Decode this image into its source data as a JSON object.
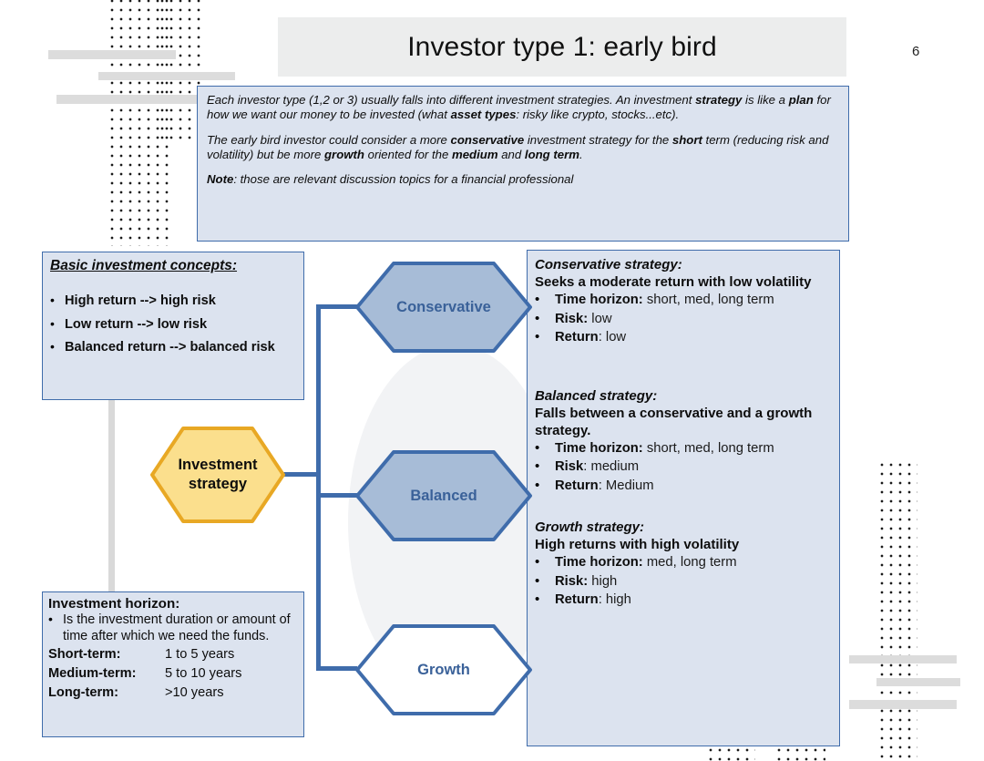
{
  "slide": {
    "title": "Investor type 1: early bird",
    "page_number": "6",
    "title_band_color": "#eceded",
    "box_fill": "#dce3ef",
    "box_border": "#3f6cab",
    "hex_blue_fill": "#a7bcd7",
    "hex_white_fill": "#ffffff",
    "hex_yellow_fill": "#fbdf8d",
    "hex_yellow_border": "#e8a824",
    "accent": "#3f6cab"
  },
  "intro": {
    "p1_a": "Each investor type (1,2 or 3) usually falls into different investment strategies. An investment ",
    "p1_b1": "strategy",
    "p1_c": " is like a ",
    "p1_b2": "plan",
    "p1_d": " for how we want our money to be invested (what ",
    "p1_b3": "asset types",
    "p1_e": ": risky like crypto, stocks...etc).",
    "p2_a": "The early bird investor could consider a more ",
    "p2_b1": "conservative",
    "p2_b": " investment strategy for the ",
    "p2_b2": "short",
    "p2_c": " term (reducing risk and volatility) but be more ",
    "p2_b3": "growth",
    "p2_d": " oriented for the ",
    "p2_b4": "medium",
    "p2_e": " and ",
    "p2_b5": "long term",
    "p2_f": ".",
    "p3_b": "Note",
    "p3_t": ": those are relevant discussion topics for a financial professional"
  },
  "concepts": {
    "title": "Basic investment concepts:",
    "bullet_glyph": "•",
    "items": [
      "High return --> high risk",
      "Low return --> low risk",
      "Balanced return --> balanced risk"
    ]
  },
  "horizon": {
    "title": "Investment horizon:",
    "bullet_glyph": "•",
    "bullet_text": "Is the investment duration or amount of time after which we need the funds.",
    "rows": [
      {
        "label": "Short-term:",
        "value": "1 to 5 years"
      },
      {
        "label": "Medium-term:",
        "value": "5 to 10 years"
      },
      {
        "label": "Long-term:",
        "value": ">10 years"
      }
    ]
  },
  "hexagons": {
    "center": "Investment strategy",
    "center_line1": "Investment",
    "center_line2": "strategy",
    "conservative": "Conservative",
    "balanced": "Balanced",
    "growth": "Growth"
  },
  "strategies": {
    "bullet_glyph": "•",
    "items": [
      {
        "name": "Conservative strategy:",
        "desc": "Seeks a moderate return with low volatility",
        "points": [
          {
            "key": "Time horizon:",
            "value": " short, med, long term"
          },
          {
            "key": "Risk:",
            "value": " low"
          },
          {
            "key": "Return",
            "value": ": low"
          }
        ]
      },
      {
        "name": "Balanced strategy:",
        "desc": "Falls between a conservative and a growth strategy.",
        "points": [
          {
            "key": "Time horizon:",
            "value": " short, med, long term"
          },
          {
            "key": "Risk",
            "value": ": medium"
          },
          {
            "key": "Return",
            "value": ": Medium"
          }
        ]
      },
      {
        "name": "Growth strategy:",
        "desc": "High returns with high volatility",
        "points": [
          {
            "key": "Time horizon:",
            "value": " med, long term"
          },
          {
            "key": "Risk:",
            "value": " high"
          },
          {
            "key": "Return",
            "value": ": high"
          }
        ]
      }
    ]
  }
}
